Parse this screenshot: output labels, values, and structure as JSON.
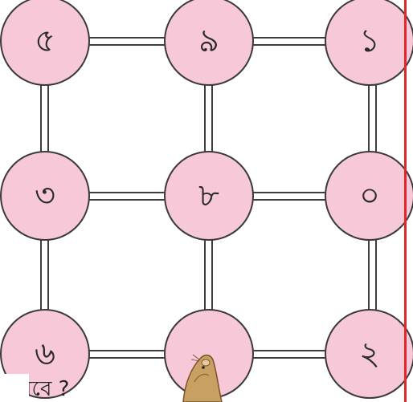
{
  "grid": {
    "rows": [
      [
        "৫",
        "৯",
        "১"
      ],
      [
        "৩",
        "৮",
        "০"
      ],
      [
        "৬",
        "",
        "২"
      ]
    ]
  },
  "footer": {
    "text": "পারবে ?"
  },
  "colors": {
    "circle_fill": "#f7c8d8",
    "outline": "#3a3a3a",
    "margin_line": "#e0282a"
  },
  "icons": {
    "mouse": "mouse-icon"
  }
}
